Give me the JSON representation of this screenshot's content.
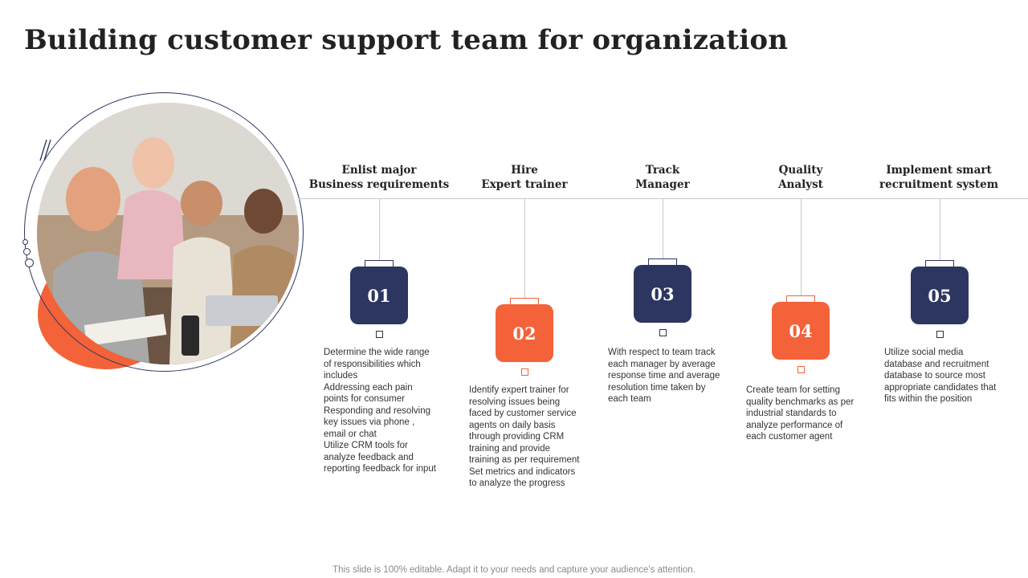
{
  "slide": {
    "title": "Building customer support team for organization",
    "footer": "This slide is 100% editable. Adapt it to your needs and capture your audience’s attention."
  },
  "colors": {
    "navy": "#2d3561",
    "orange": "#f4623a",
    "line": "#c9c9c9"
  },
  "image": {
    "description_icon": "team-photo"
  },
  "steps": [
    {
      "title": "Enlist major\nBusiness requirements",
      "number": "01",
      "color": "navy",
      "description": "Determine the wide range of responsibilities which includes\nAddressing each pain points for consumer\nResponding and resolving key issues via phone , email or chat\nUtilize CRM tools for analyze feedback and reporting feedback for input"
    },
    {
      "title": "Hire\nExpert trainer",
      "number": "02",
      "color": "orange",
      "description": "Identify expert trainer for resolving issues being faced by customer service agents on daily basis through providing CRM training and provide training as per requirement\nSet metrics and indicators to analyze the progress"
    },
    {
      "title": "Track\nManager",
      "number": "03",
      "color": "navy",
      "description": "With respect to team track each manager by average response time and average resolution time taken by each team"
    },
    {
      "title": "Quality\nAnalyst",
      "number": "04",
      "color": "orange",
      "description": "Create team for setting quality benchmarks as per industrial standards to analyze performance of each customer agent"
    },
    {
      "title": "Implement smart\nrecruitment system",
      "number": "05",
      "color": "navy",
      "description": "Utilize social media database and recruitment database to source most appropriate candidates that fits within the position"
    }
  ]
}
